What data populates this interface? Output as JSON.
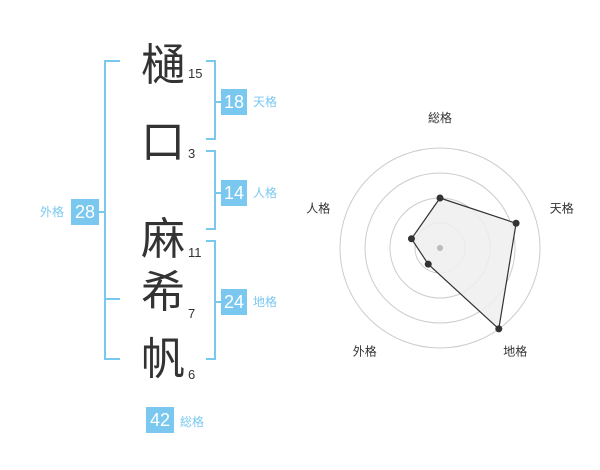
{
  "name": {
    "characters": [
      {
        "char": "樋",
        "strokes": "15"
      },
      {
        "char": "口",
        "strokes": "3"
      },
      {
        "char": "麻",
        "strokes": "11"
      },
      {
        "char": "希",
        "strokes": "7"
      },
      {
        "char": "帆",
        "strokes": "6"
      }
    ]
  },
  "scores": {
    "tenkaku": {
      "value": "18",
      "label": "天格"
    },
    "jinkaku": {
      "value": "14",
      "label": "人格"
    },
    "chikaku": {
      "value": "24",
      "label": "地格"
    },
    "gaikaku": {
      "value": "28",
      "label": "外格"
    },
    "soukaku": {
      "value": "42",
      "label": "総格"
    }
  },
  "colors": {
    "accent": "#7ac8f0",
    "text": "#333333",
    "grid": "#cccccc",
    "fill": "#eeeeee"
  },
  "chart_data": {
    "type": "radar",
    "axes": [
      "総格",
      "天格",
      "地格",
      "外格",
      "人格"
    ],
    "values": [
      0.5,
      0.8,
      1.0,
      0.2,
      0.3
    ],
    "rings": 4
  }
}
